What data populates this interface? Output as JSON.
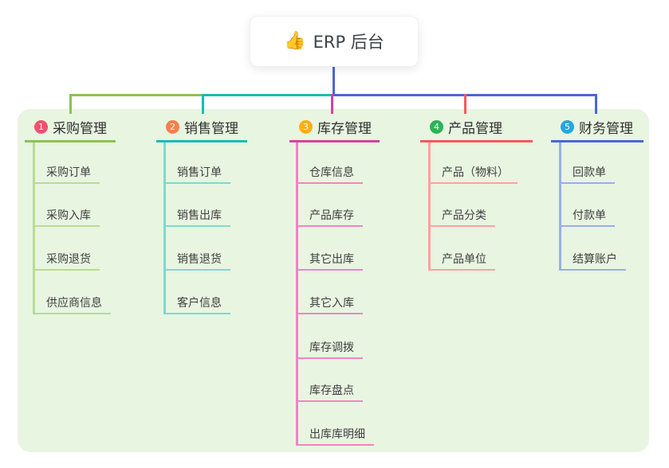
{
  "root": {
    "icon": "👍",
    "label": "ERP 后台"
  },
  "colors": {
    "panel": "#e8f5e1",
    "trunk": "#4b66d9",
    "branch1": "#8cc152",
    "child1": "#b9db92",
    "badge1": "#f0506e",
    "branch2": "#14bcb8",
    "child2": "#81d7d3",
    "badge2": "#f87e4b",
    "branch3": "#d2449c",
    "child3": "#ef85c3",
    "badge3": "#feae11",
    "branch4": "#f8575c",
    "child4": "#fba29f",
    "badge4": "#2bb356",
    "branch5": "#4a66d8",
    "child5": "#9cade9",
    "badge5": "#22a7df"
  },
  "branches": [
    {
      "num": "1",
      "label": "采购管理",
      "children": [
        "采购订单",
        "采购入库",
        "采购退货",
        "供应商信息"
      ]
    },
    {
      "num": "2",
      "label": "销售管理",
      "children": [
        "销售订单",
        "销售出库",
        "销售退货",
        "客户信息"
      ]
    },
    {
      "num": "3",
      "label": "库存管理",
      "children": [
        "仓库信息",
        "产品库存",
        "其它出库",
        "其它入库",
        "库存调拨",
        "库存盘点",
        "出库库明细"
      ]
    },
    {
      "num": "4",
      "label": "产品管理",
      "children": [
        "产品（物料）",
        "产品分类",
        "产品单位"
      ]
    },
    {
      "num": "5",
      "label": "财务管理",
      "children": [
        "回款单",
        "付款单",
        "结算账户"
      ]
    }
  ]
}
